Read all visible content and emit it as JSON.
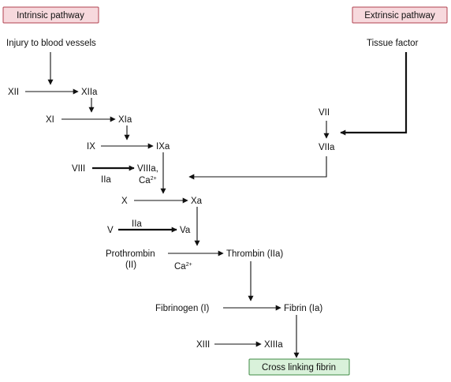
{
  "headers": {
    "intrinsic": "Intrinsic pathway",
    "extrinsic": "Extrinsic pathway"
  },
  "intrinsic_start": "Injury to blood vessels",
  "extrinsic_start": "Tissue factor",
  "factors": {
    "xii": "XII",
    "xiia": "XIIa",
    "xi": "XI",
    "xia": "XIa",
    "ix": "IX",
    "ixa": "IXa",
    "viii": "VIII",
    "iia_cofactor_1": "IIa",
    "viiia": "VIIIa,",
    "ca_1": "Ca",
    "vii": "VII",
    "viia": "VIIa",
    "x": "X",
    "xa": "Xa",
    "v": "V",
    "iia_cofactor_2": "IIa",
    "va": "Va",
    "prothrombin": "Prothrombin",
    "prothrombin_num": "(II)",
    "ca_2": "Ca",
    "thrombin": "Thrombin (IIa)",
    "fibrinogen": "Fibrinogen (I)",
    "fibrin": "Fibrin (Ia)",
    "xiii": "XIII",
    "xiiia": "XIIIa"
  },
  "superscripts": {
    "ca_charge_1": "2+",
    "ca_charge_2": "2+"
  },
  "end_product": "Cross linking fibrin",
  "colors": {
    "intrinsic_box_fill": "#f7d9dd",
    "intrinsic_box_border": "#b0414f",
    "end_box_fill": "#d9f1da",
    "end_box_border": "#3f8a44",
    "line": "#111111"
  }
}
